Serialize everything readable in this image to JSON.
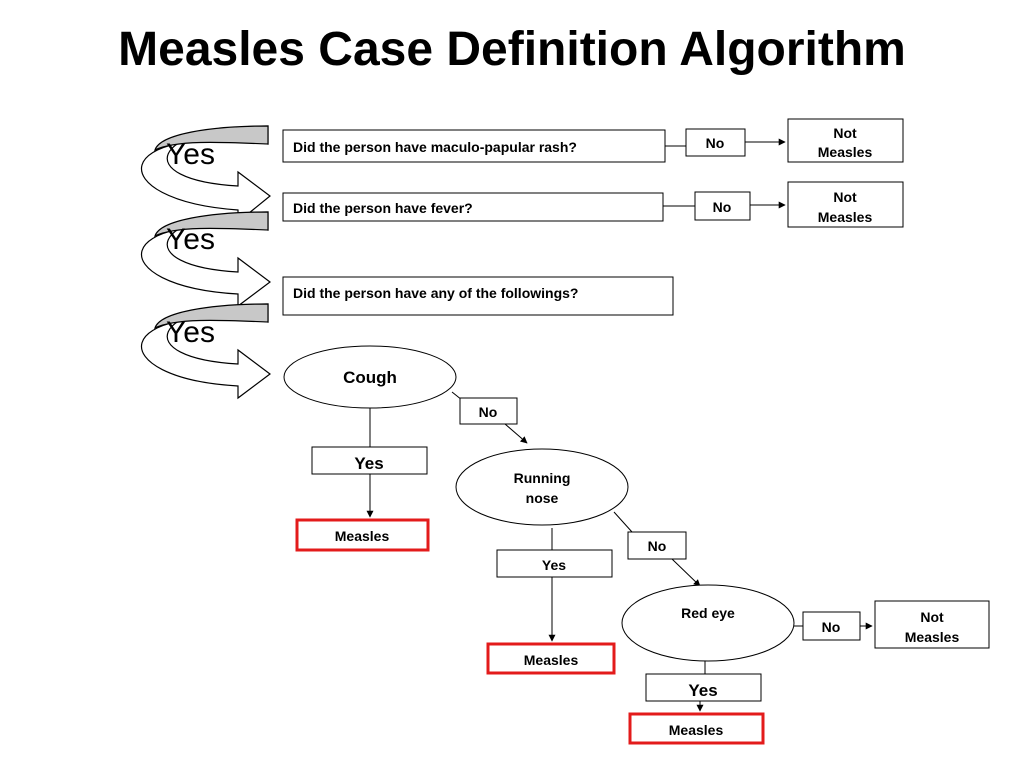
{
  "title": "Measles Case Definition Algorithm",
  "colors": {
    "outcome_border": "#e31b1b",
    "arrow_fill": "#c8c8c8",
    "line": "#000000"
  },
  "arrows": {
    "yes_1": "Yes",
    "yes_2": "Yes",
    "yes_3": "Yes"
  },
  "questions": {
    "rash": "Did the person have maculo-papular rash?",
    "fever": "Did the person have fever?",
    "any": "Did the person have any of the followings?"
  },
  "branches": {
    "rash_no": "No",
    "fever_no": "No",
    "cough_no": "No",
    "nose_no": "No",
    "eye_no": "No",
    "cough_yes": "Yes",
    "nose_yes": "Yes",
    "eye_yes": "Yes"
  },
  "symptoms": {
    "cough": "Cough",
    "running_nose_1": "Running",
    "running_nose_2": "nose",
    "red_eye": "Red eye"
  },
  "outcomes": {
    "not_measles_1a": "Not",
    "not_measles_1b": "Measles",
    "not_measles_2a": "Not",
    "not_measles_2b": "Measles",
    "not_measles_3a": "Not",
    "not_measles_3b": "Measles",
    "measles_1": "Measles",
    "measles_2": "Measles",
    "measles_3": "Measles"
  }
}
